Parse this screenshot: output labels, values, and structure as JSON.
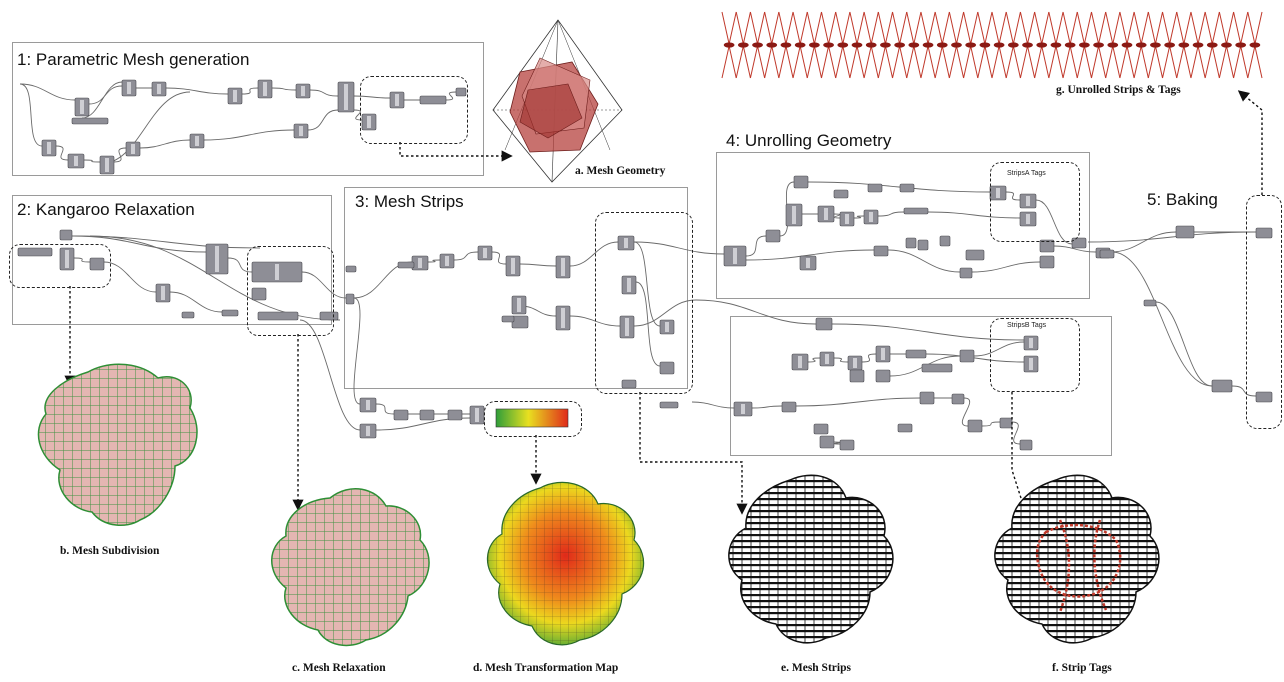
{
  "sections": {
    "s1": "1: Parametric Mesh generation",
    "s2": "2: Kangaroo Relaxation",
    "s3": "3: Mesh Strips",
    "s4": "4: Unrolling Geometry",
    "s5": "5: Baking"
  },
  "group_labels": {
    "strips_a": "StripsA Tags",
    "strips_b": "StripsB Tags"
  },
  "captions": {
    "a": "a. Mesh Geometry",
    "b": "b. Mesh Subdivision",
    "c": "c. Mesh Relaxation",
    "d": "d. Mesh Transformation Map",
    "e": "e. Mesh Strips",
    "f": "f. Strip Tags",
    "g": "g. Unrolled Strips & Tags"
  },
  "colors": {
    "component": "#8e8e96",
    "wire": "#6a6a6a",
    "mesh_pink": "#e6b3b0",
    "mesh_green": "#2e9a3a",
    "gradient": [
      "#2f9e3a",
      "#e8e020",
      "#e02a1a"
    ],
    "unrolled": "#c0392b"
  }
}
